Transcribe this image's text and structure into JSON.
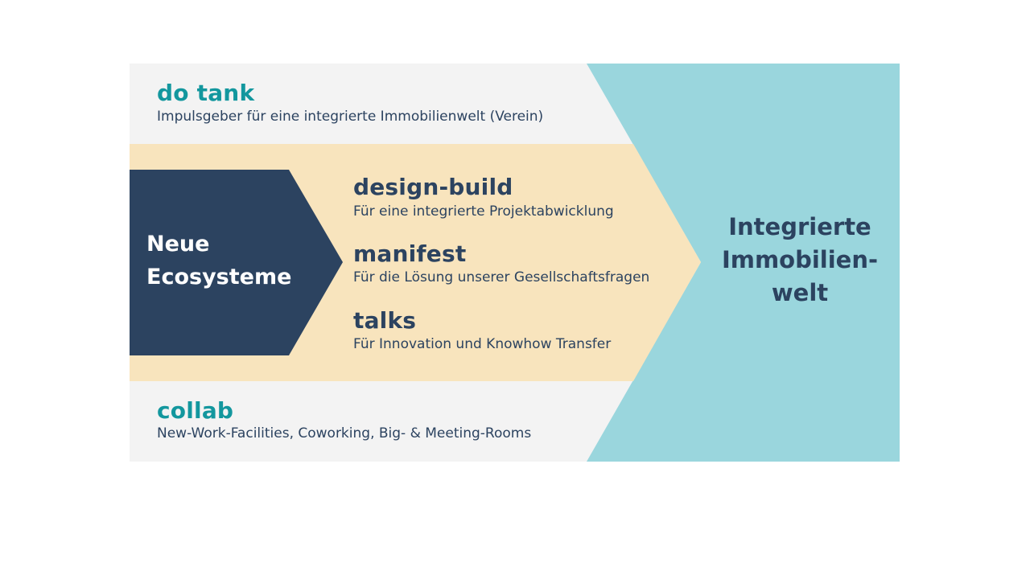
{
  "colors": {
    "band_grey": "#f3f3f3",
    "band_cream": "#f8e4bd",
    "navy": "#2c4360",
    "teal_light": "#9ad6dd",
    "teal_text": "#13979e"
  },
  "top_band": {
    "title": "do tank",
    "subtitle": "Impulsgeber für eine integrierte Immobilienwelt (Verein)"
  },
  "bottom_band": {
    "title": "collab",
    "subtitle": "New-Work-Facilities, Coworking, Big- & Meeting-Rooms"
  },
  "source_block": {
    "line1": "Neue",
    "line2": "Ecosysteme"
  },
  "middle_items": [
    {
      "title": "design-build",
      "subtitle": "Für eine integrierte Projektabwicklung"
    },
    {
      "title": "manifest",
      "subtitle": "Für die Lösung unserer Gesellschaftsfragen"
    },
    {
      "title": "talks",
      "subtitle": "Für Innovation und Knowhow Transfer"
    }
  ],
  "result_block": {
    "line1": "Integrierte",
    "line2": "Immobilien-",
    "line3": "welt"
  }
}
